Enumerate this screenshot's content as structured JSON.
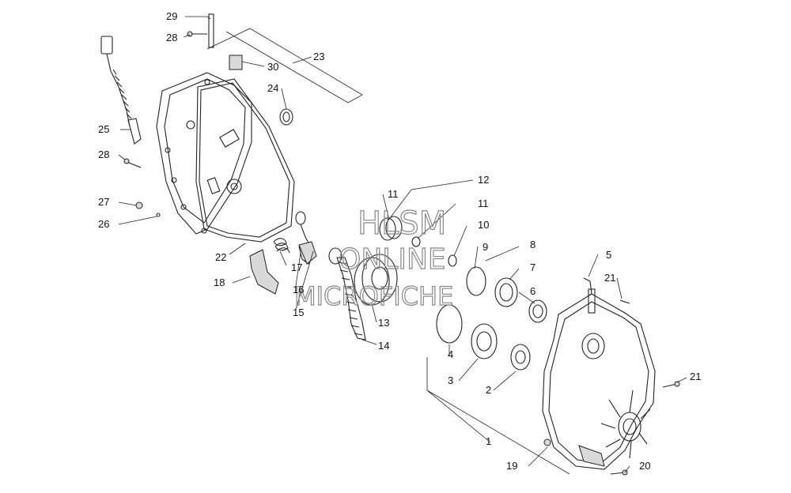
{
  "watermark": {
    "line1": "HLSM",
    "line2": "ONLINE",
    "line3": "MICROFICHE"
  },
  "callouts": [
    {
      "key": "c29",
      "label": "29"
    },
    {
      "key": "c28a",
      "label": "28"
    },
    {
      "key": "c30",
      "label": "30"
    },
    {
      "key": "c23",
      "label": "23"
    },
    {
      "key": "c24",
      "label": "24"
    },
    {
      "key": "c25",
      "label": "25"
    },
    {
      "key": "c28b",
      "label": "28"
    },
    {
      "key": "c27",
      "label": "27"
    },
    {
      "key": "c26",
      "label": "26"
    },
    {
      "key": "c22",
      "label": "22"
    },
    {
      "key": "c18",
      "label": "18"
    },
    {
      "key": "c17",
      "label": "17"
    },
    {
      "key": "c16",
      "label": "16"
    },
    {
      "key": "c15",
      "label": "15"
    },
    {
      "key": "c13",
      "label": "13"
    },
    {
      "key": "c14",
      "label": "14"
    },
    {
      "key": "c12",
      "label": "12"
    },
    {
      "key": "c11a",
      "label": "11"
    },
    {
      "key": "c11b",
      "label": "11"
    },
    {
      "key": "c10",
      "label": "10"
    },
    {
      "key": "c9",
      "label": "9"
    },
    {
      "key": "c8",
      "label": "8"
    },
    {
      "key": "c7",
      "label": "7"
    },
    {
      "key": "c6",
      "label": "6"
    },
    {
      "key": "c5",
      "label": "5"
    },
    {
      "key": "c21a",
      "label": "21"
    },
    {
      "key": "c21b",
      "label": "21"
    },
    {
      "key": "c4",
      "label": "4"
    },
    {
      "key": "c3",
      "label": "3"
    },
    {
      "key": "c2",
      "label": "2"
    },
    {
      "key": "c1",
      "label": "1"
    },
    {
      "key": "c19",
      "label": "19"
    },
    {
      "key": "c20",
      "label": "20"
    }
  ]
}
